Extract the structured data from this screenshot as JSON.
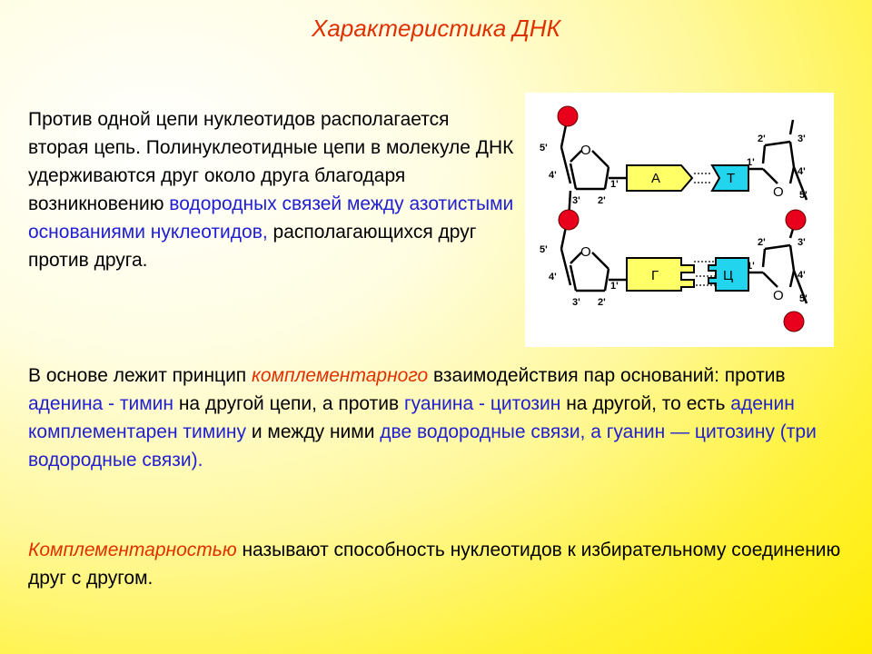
{
  "title": "Характеристика ДНК",
  "p1": {
    "t1": "Против одной цепи нуклеотидов располагается вторая цепь. Полинуклеотидные цепи в молекуле ДНК удерживаются друг около друга благодаря возникновению ",
    "b1": "водородных связей между азотистыми основаниями нуклеотидов,",
    "t2": " располагающихся друг против друга."
  },
  "p2": {
    "t1": "В основе лежит принцип ",
    "i1": "комплементарного",
    "t2": " взаимодействия пар оснований: против ",
    "b1": "аденина - тимин",
    "t3": " на другой цепи, а против ",
    "b2": "гуанина - цитозин",
    "t4": " на другой, то есть ",
    "b3": "аденин комплементарен тимину",
    "t5": " и между ними ",
    "b4": "две водородные связи, а гуанин — цитозину (три водородные связи).",
    "t6": ""
  },
  "p3": {
    "i1": "Комплементарностью",
    "t1": " называют способность нуклеотидов к избирательному соединению друг с другом."
  },
  "diagram": {
    "base_a": "А",
    "base_t": "Т",
    "base_g": "Г",
    "base_c": "Ц",
    "ring_o": "O",
    "c5": "5'",
    "c4": "4'",
    "c3": "3'",
    "c2": "2'",
    "c1": "1'",
    "colors": {
      "phosphate": "#e8001c",
      "purine": "#ffff66",
      "pyrimidine": "#22d4ee"
    }
  }
}
